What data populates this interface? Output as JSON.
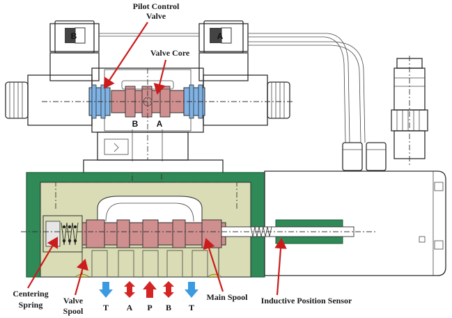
{
  "solenoids": {
    "left": "B",
    "right": "A"
  },
  "pilot_ports": {
    "left": "B",
    "right": "A"
  },
  "callouts": {
    "pilot_control_valve_line1": "Pilot Control",
    "pilot_control_valve_line2": "Valve",
    "valve_core": "Valve Core",
    "centering_spring_line1": "Centering",
    "centering_spring_line2": "Spring",
    "valve_spool_line1": "Valve",
    "valve_spool_line2": "Spool",
    "main_spool": "Main Spool",
    "inductive_position_sensor": "Inductive Position Sensor"
  },
  "ports": [
    "T",
    "A",
    "P",
    "B",
    "T"
  ],
  "colors": {
    "body_green": "#2f8a57",
    "body_beige": "#d9dcb4",
    "spool_pink": "#cf8f8f",
    "pilot_blue": "#7fb2e5",
    "housing_white": "#ffffff",
    "arrow_red": "#d42525",
    "arrow_blue": "#3c9ae0",
    "callout_red": "#cc1b1b"
  }
}
